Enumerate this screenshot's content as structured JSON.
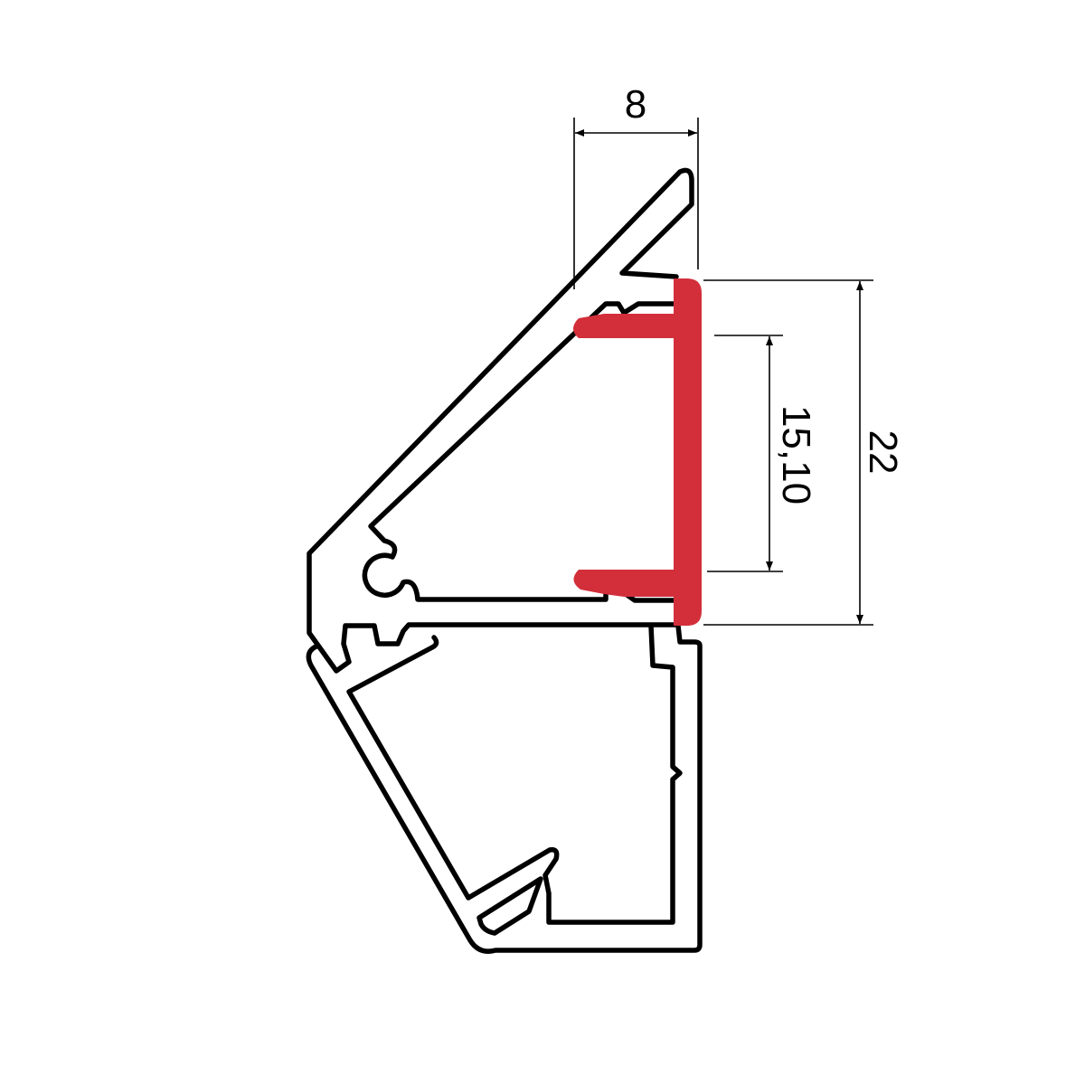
{
  "dimensions": {
    "width_top": "8",
    "inner_height": "15,10",
    "total_height": "22"
  },
  "colors": {
    "insert": "#d22f3b",
    "outline": "#000000"
  }
}
